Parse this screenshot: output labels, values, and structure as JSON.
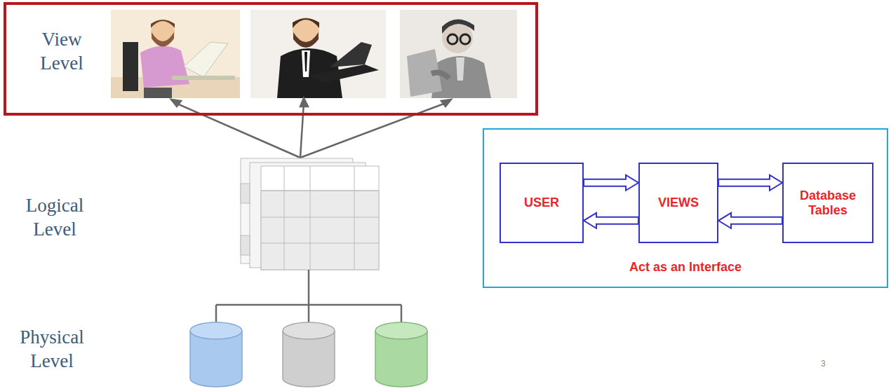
{
  "diagram": {
    "nodes": [
      {
        "text": [
          "View Level"
        ]
      },
      {
        "text": [
          "Act as an Interface"
        ]
      },
      {
        "text": [
          "USER"
        ],
        "in": 1
      },
      {
        "text": [
          "VIEWS"
        ],
        "in": 1
      },
      {
        "text": [
          "Database Tables"
        ],
        "in": 1
      }
    ],
    "edges": [
      {
        "from": 2,
        "to": 3,
        "arrow": "to"
      },
      {
        "from": 3,
        "to": 2,
        "arrow": "to"
      },
      {
        "from": 3,
        "to": 4,
        "arrow": "to"
      },
      {
        "from": 4,
        "to": 3,
        "arrow": "to"
      }
    ],
    "labels": [
      "Logical Level",
      "Physical Level",
      "3"
    ]
  }
}
